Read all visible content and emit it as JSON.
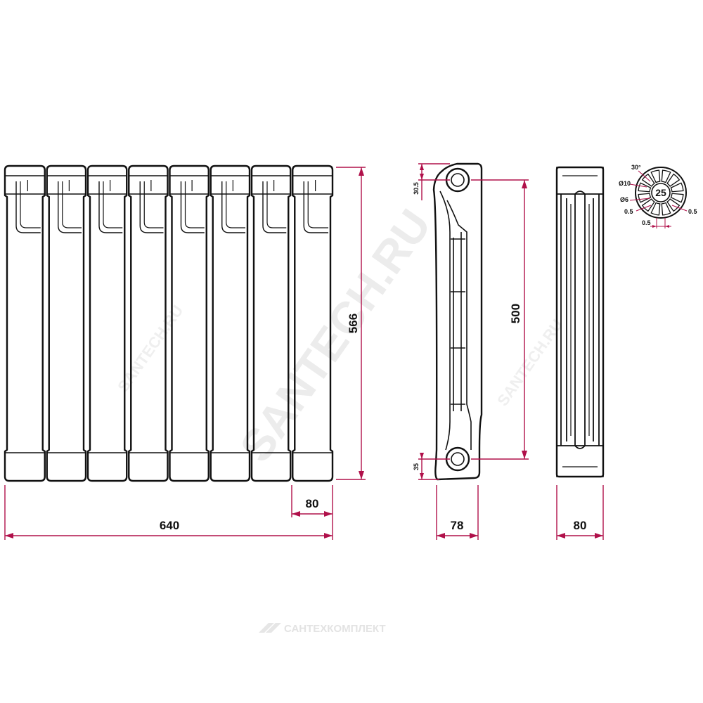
{
  "colors": {
    "outline": "#111111",
    "dimension": "#b0104a",
    "watermark": "#e9e9e9",
    "background": "#ffffff"
  },
  "front_view": {
    "sections": 8,
    "width_label": "640",
    "height_label": "566",
    "section_width_label": "80"
  },
  "side_view": {
    "depth_label": "78",
    "axis_distance_label": "500",
    "top_offset_label": "30.5",
    "bottom_offset_label": "35"
  },
  "end_view": {
    "width_label": "80",
    "thread_label": "25",
    "detail_labels": {
      "angle": "30°",
      "outer_diameter": "Ø10",
      "inner_diameter": "Ø6",
      "left_gap": "0.5",
      "right_gap": "0.5",
      "bottom_gap": "0.5"
    }
  },
  "watermark": {
    "main": "SANTECH.RU",
    "small_left": "SANTECH.RU",
    "small_right": "SANTECH.RU",
    "footer_logo_text": "САНТЕХКОМПЛЕКТ"
  }
}
